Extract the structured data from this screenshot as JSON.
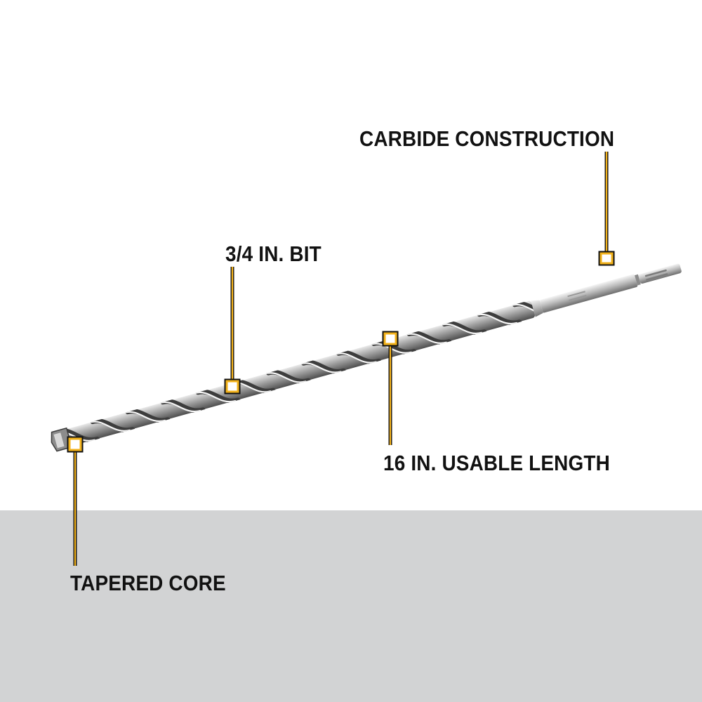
{
  "callouts": {
    "carbide": "CARBIDE CONSTRUCTION",
    "bit_size": "3/4 IN. BIT",
    "length": "16 IN. USABLE LENGTH",
    "core": "TAPERED CORE"
  },
  "colors": {
    "accent": "#f2b21b",
    "leader_outline": "#111111",
    "floor": "#d2d3d4",
    "background": "#ffffff"
  }
}
